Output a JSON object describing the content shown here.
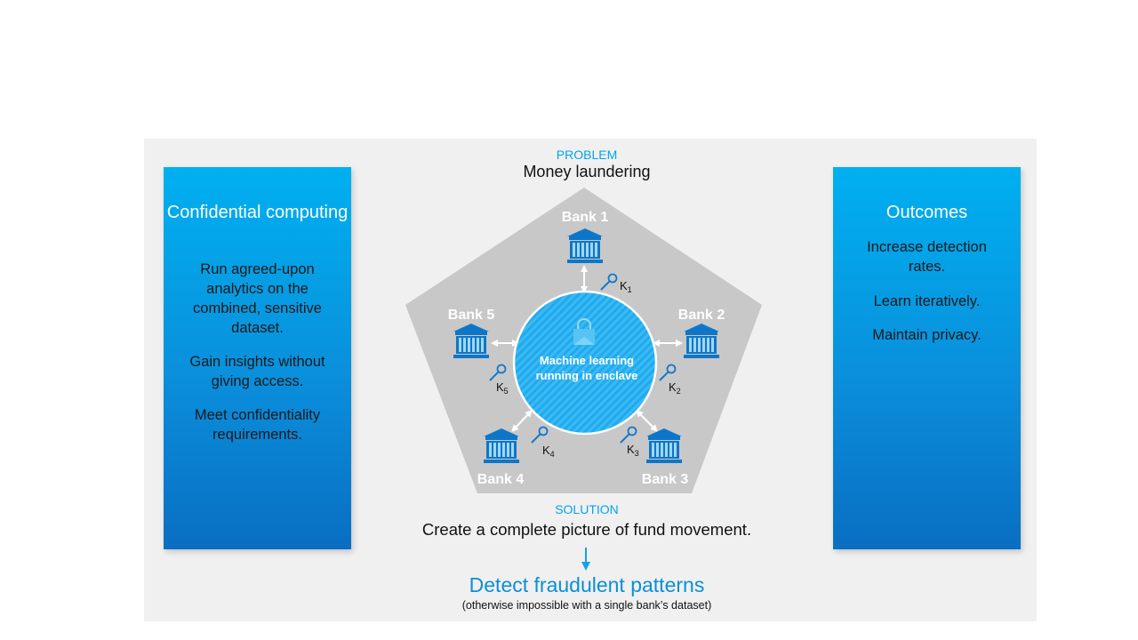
{
  "left_panel": {
    "title": "Confidential computing",
    "points": [
      "Run agreed-upon analytics on the combined, sensitive dataset.",
      "Gain insights without giving access.",
      "Meet confidentiality requirements."
    ]
  },
  "right_panel": {
    "title": "Outcomes",
    "points": [
      "Increase detection rates.",
      "Learn iteratively.",
      "Maintain privacy."
    ]
  },
  "problem": {
    "label": "PROBLEM",
    "title": "Money laundering"
  },
  "enclave": {
    "line1": "Machine learning",
    "line2": "running in enclave"
  },
  "banks": [
    {
      "name": "Bank 1",
      "key": "K",
      "key_sub": "1"
    },
    {
      "name": "Bank 2",
      "key": "K",
      "key_sub": "2"
    },
    {
      "name": "Bank 3",
      "key": "K",
      "key_sub": "3"
    },
    {
      "name": "Bank 4",
      "key": "K",
      "key_sub": "4"
    },
    {
      "name": "Bank 5",
      "key": "K",
      "key_sub": "5"
    }
  ],
  "solution": {
    "label": "SOLUTION",
    "title": "Create a complete picture of fund movement."
  },
  "result": {
    "title": "Detect fraudulent patterns",
    "subtitle": "(otherwise impossible with a single bank’s dataset)"
  },
  "colors": {
    "accent": "#00a6e6",
    "panel_top": "#00b0f0",
    "panel_bottom": "#0a6ec2",
    "bank_icon": "#0e76c8",
    "pentagon": "#c8c8c8",
    "background": "#f0f0f0"
  },
  "icons": [
    "bank-icon",
    "key-icon",
    "lock-icon",
    "down-arrow-icon",
    "double-arrow-icon"
  ]
}
